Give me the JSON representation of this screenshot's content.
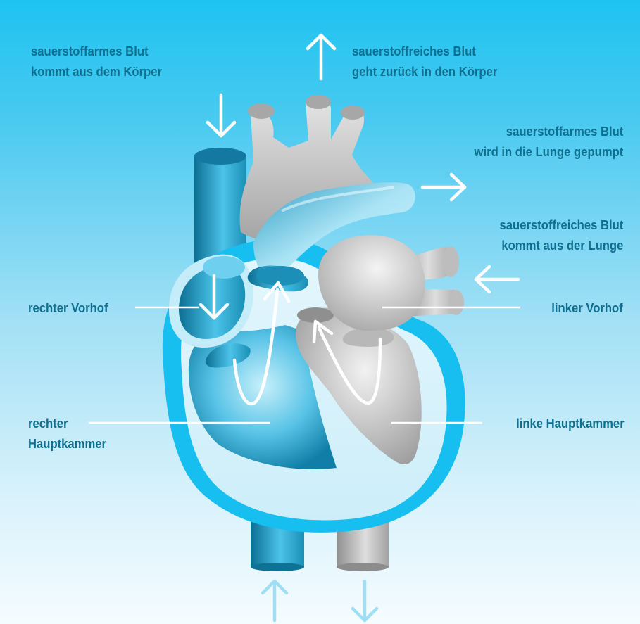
{
  "labels": {
    "deoxygenated_in_body": [
      "sauerstoffarmes Blut",
      "kommt aus dem Körper"
    ],
    "oxygenated_out_body": [
      "sauerstoffreiches Blut",
      "geht zurück in den  Körper"
    ],
    "deoxygenated_to_lung": [
      "sauerstoffarmes Blut",
      "wird in die Lunge gepumpt"
    ],
    "oxygenated_from_lung": [
      "sauerstoffreiches Blut",
      "kommt aus der Lunge"
    ],
    "right_atrium": "rechter Vorhof",
    "left_atrium": "linker Vorhof",
    "right_ventricle": [
      "rechter",
      "Hauptkammer"
    ],
    "left_ventricle": "linke Hauptkammer"
  },
  "colors": {
    "label_text": "#0f6f8f",
    "pericardium": "#16bff0",
    "right_side": "#1592b8",
    "left_side": "#9a9a9a",
    "arrows": "#ffffff"
  }
}
